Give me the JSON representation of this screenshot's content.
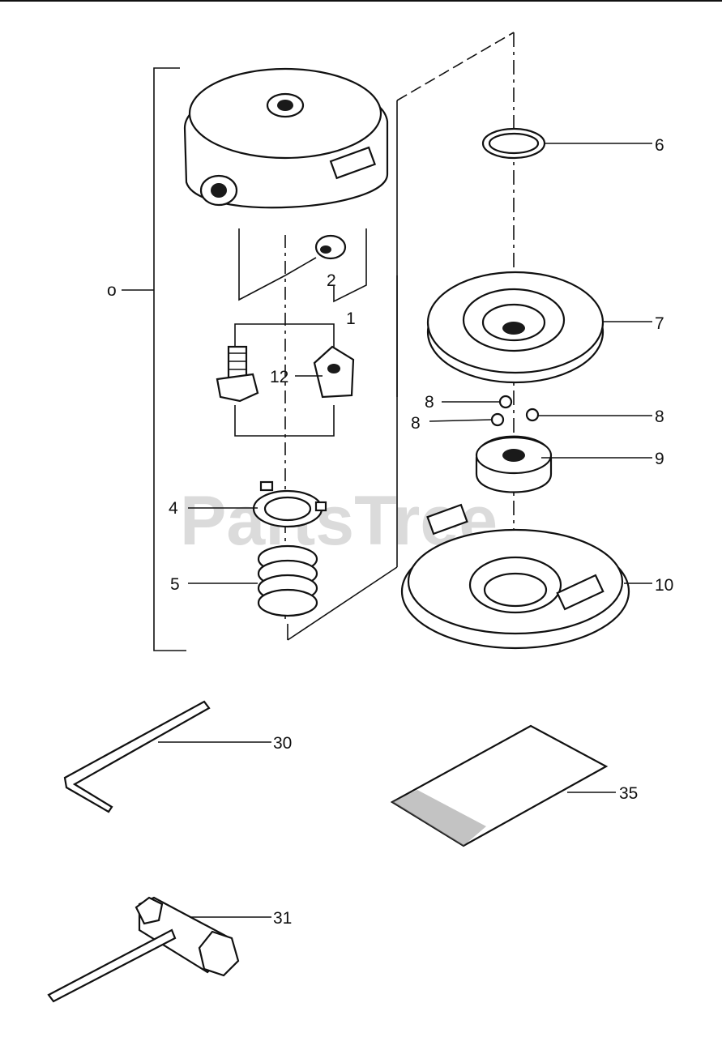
{
  "watermark": "PartsTree",
  "labels": {
    "assembly": "o",
    "p1": "1",
    "p2": "2",
    "p4": "4",
    "p5": "5",
    "p6": "6",
    "p7": "7",
    "p8a": "8",
    "p8b": "8",
    "p8c": "8",
    "p9": "9",
    "p10": "10",
    "p12": "12",
    "p30": "30",
    "p31": "31",
    "p35": "35"
  }
}
